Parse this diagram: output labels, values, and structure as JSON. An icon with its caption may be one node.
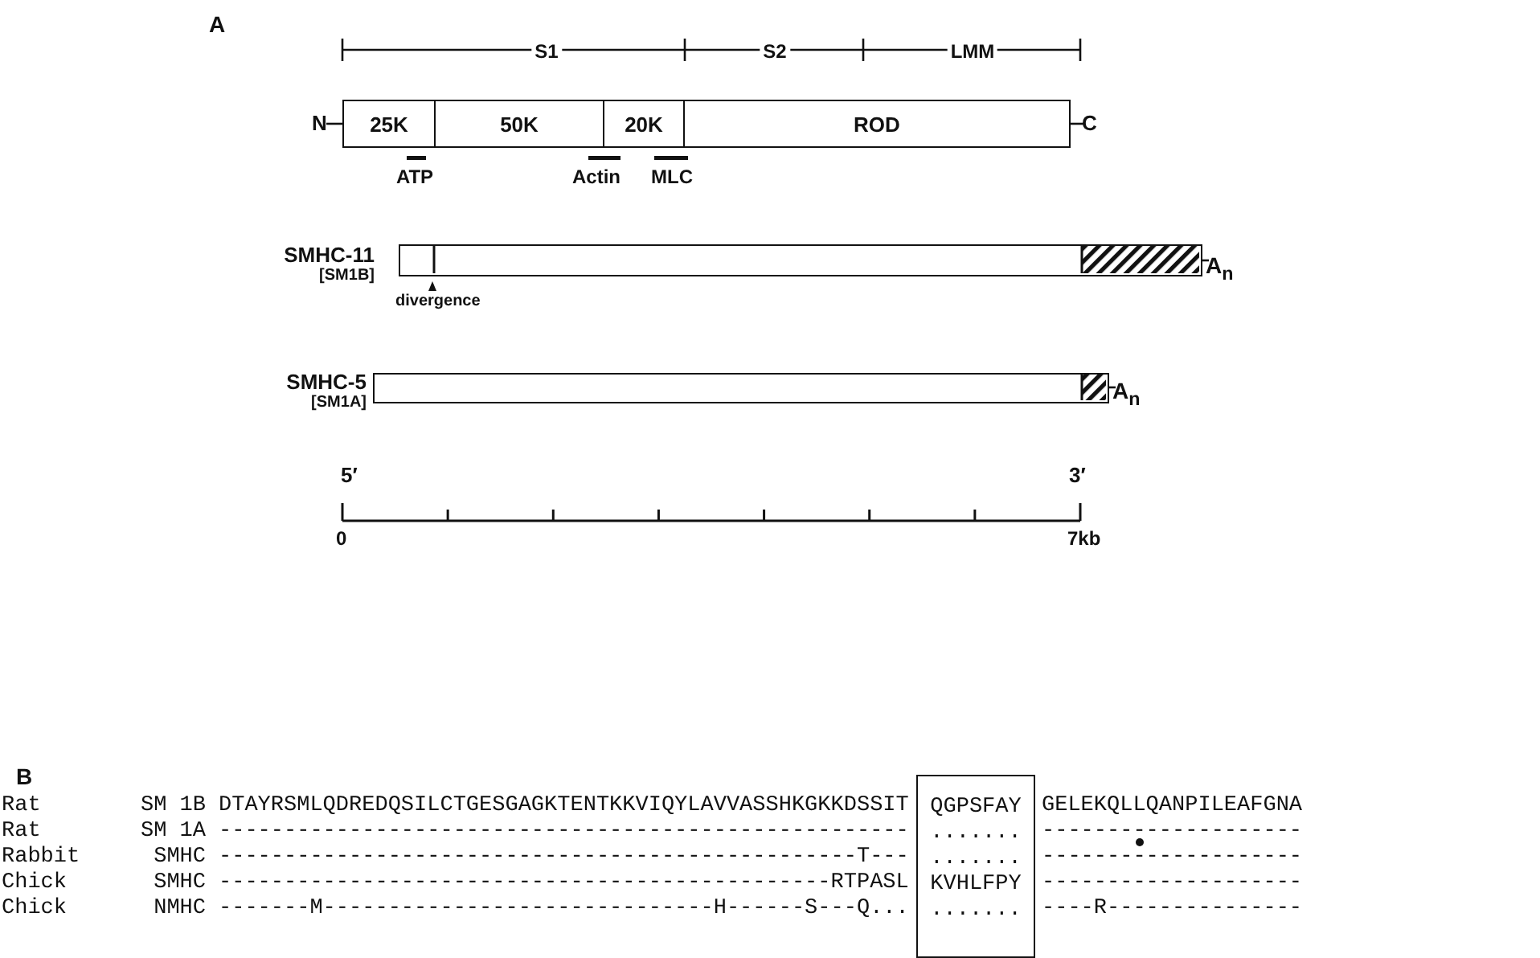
{
  "diagram": {
    "nodes": [
      {
        "text": [
          "25K"
        ]
      },
      {
        "text": [
          "50K"
        ]
      },
      {
        "text": [
          "20K"
        ]
      },
      {
        "text": [
          "ROD"
        ]
      },
      {
        "text": [],
        "shape": "bar",
        "beside": [
          "SMHC-11",
          "[SM1B]",
          "A$_{n}$"
        ]
      },
      {
        "text": [],
        "shape": "bar",
        "beside": [
          "SMHC-5",
          "[SM1A]",
          "A$_{n}$"
        ]
      },
      {
        "text": [
          "QGPSFAY",
          ".......",
          ".......",
          "KVHLFPY",
          "......."
        ]
      }
    ],
    "labels": [
      "A",
      "S1",
      "S2",
      "LMM",
      "N",
      "C",
      "ATP",
      "Actin",
      "MLC",
      "divergence",
      "5′",
      "3′",
      "0",
      "7kb",
      "B",
      "Rat",
      "SM 1B",
      "DTAYRSMLQDREDQSILCTGESGAGKTENTKKVIQYLAVVASSHKGKKDSSIT",
      "GELEKQLLQANPILEAFGNA",
      "Rat",
      "SM 1A",
      "-----------------------------------------------------",
      "--------------------",
      "Rabbit",
      "SMHC",
      "-------------------------------------------------T---",
      "--------------------",
      "Chick",
      "SMHC",
      "-----------------------------------------------RTPASL",
      "--------------------",
      "Chick",
      "NMHC",
      "-------M------------------------------H------S---Q...",
      "----R---------------"
    ]
  }
}
